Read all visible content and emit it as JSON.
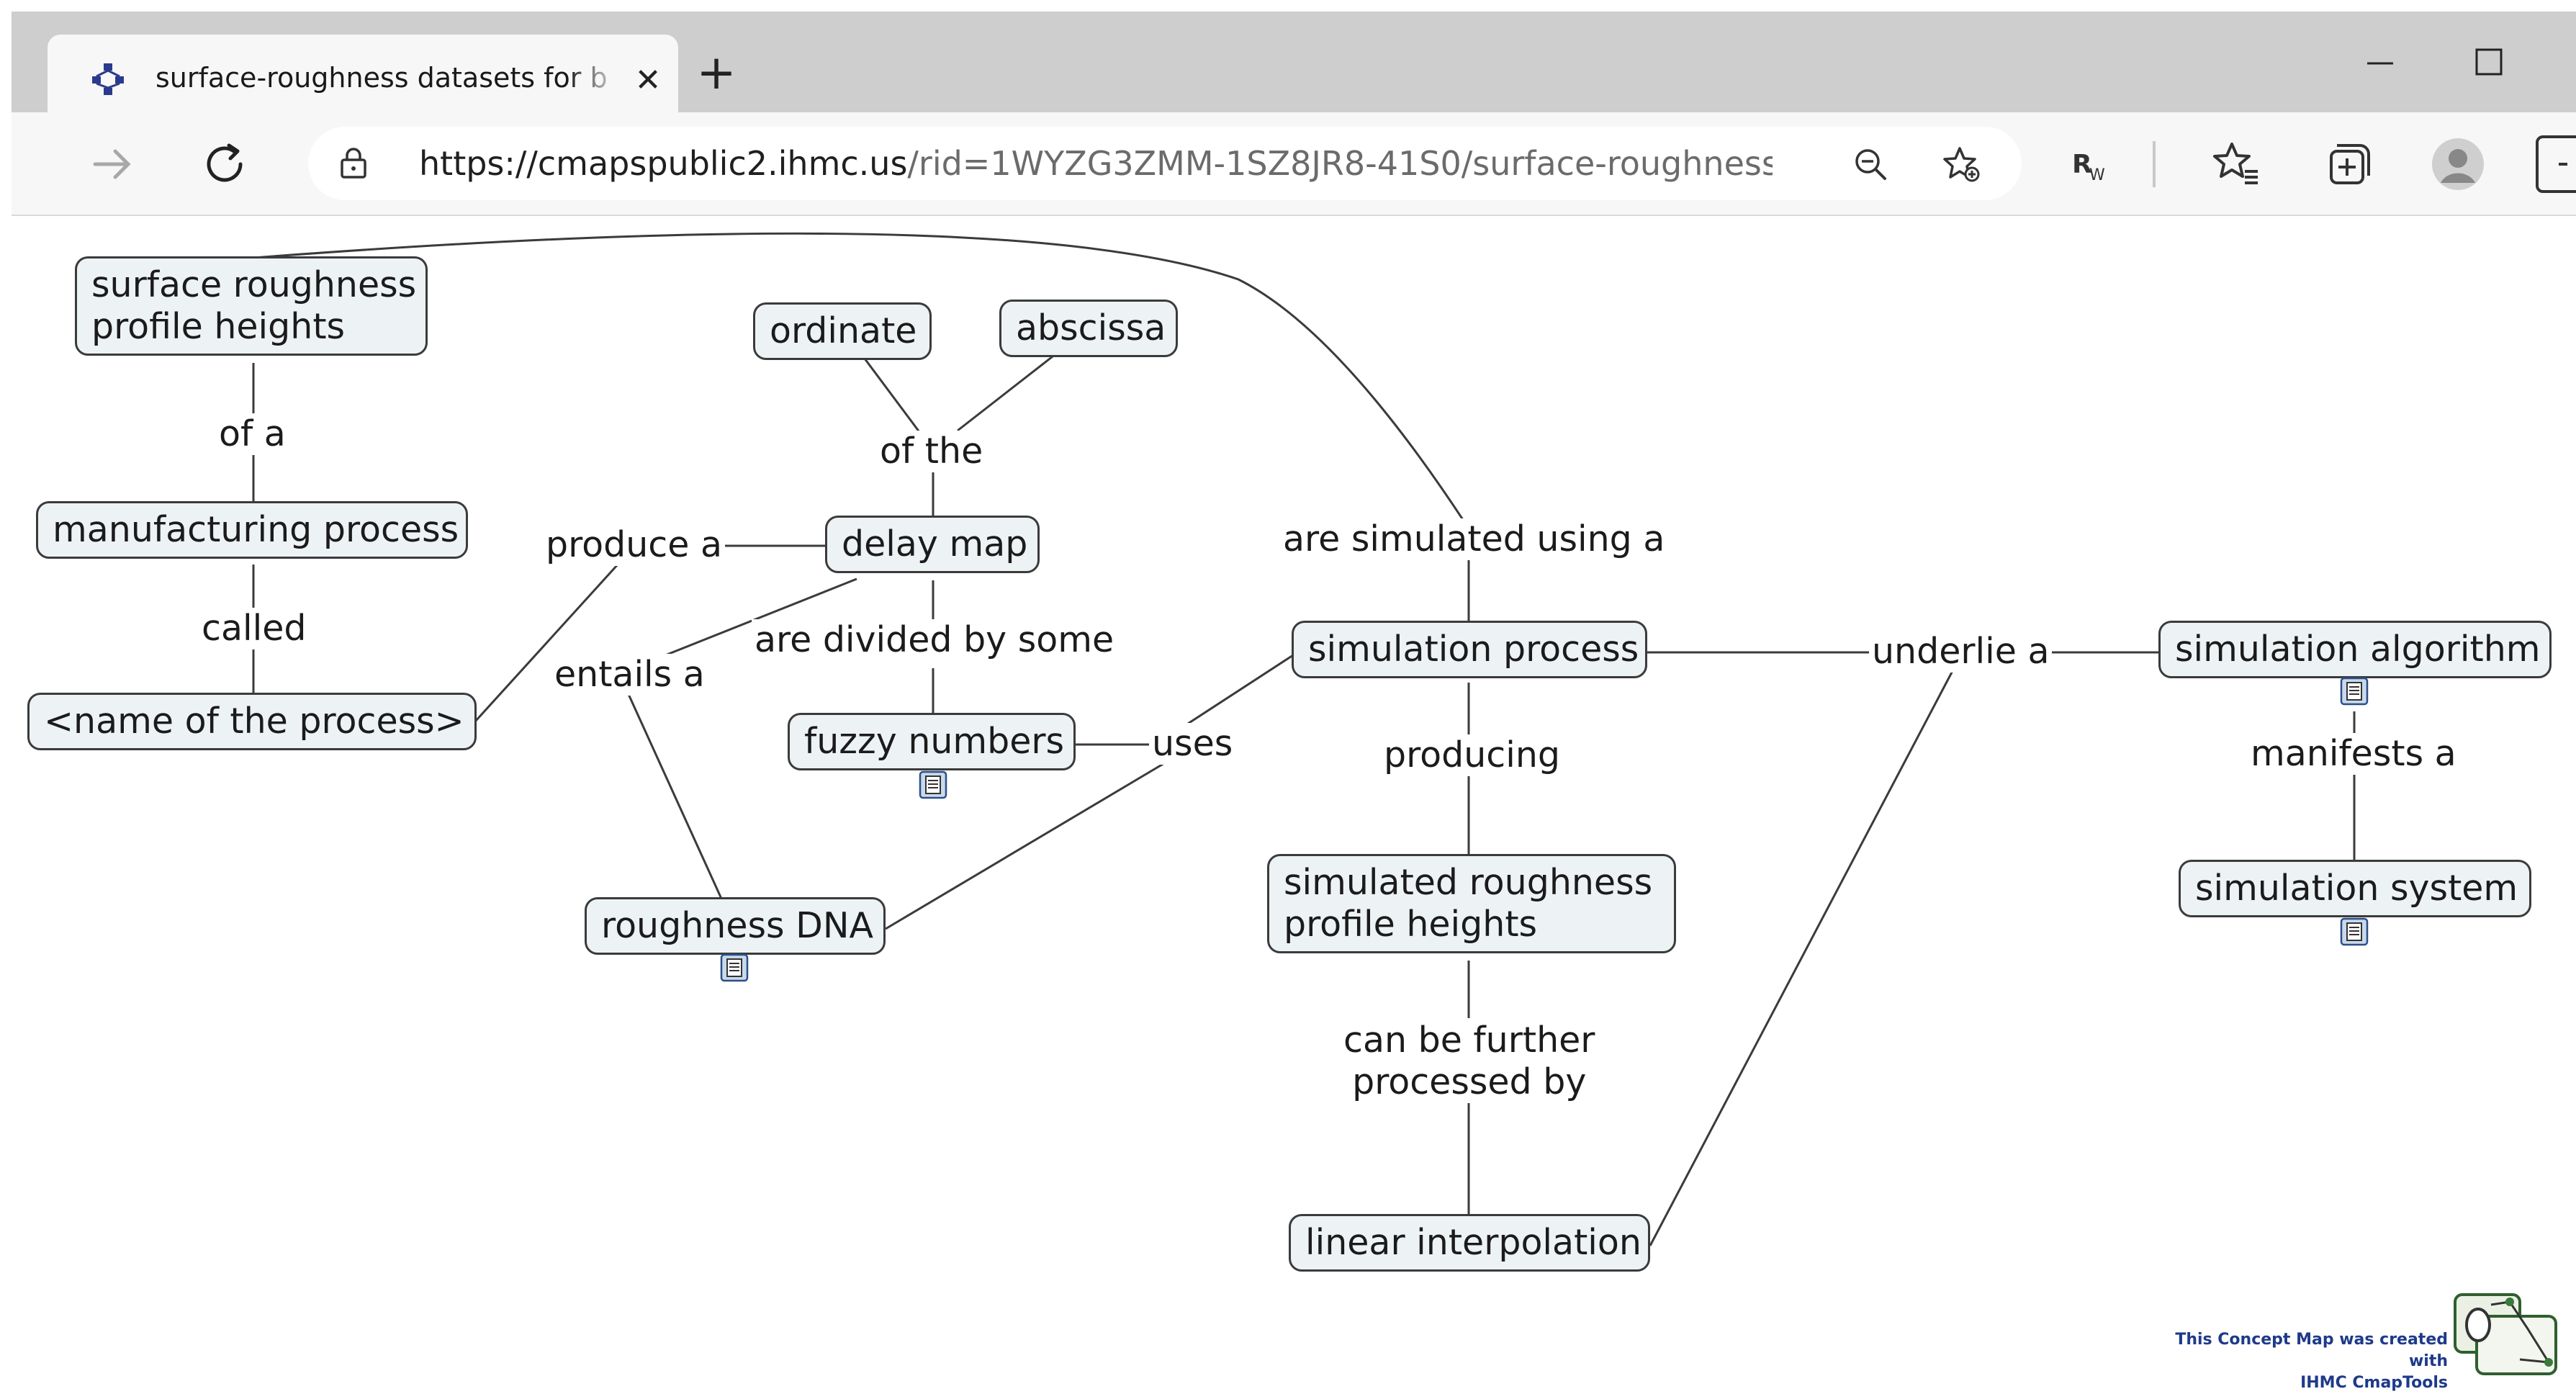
{
  "browser": {
    "tab_title": "surface-roughness datasets for b",
    "url_host": "https://cmapspublic2.ihmc.us",
    "url_path": "/rid=1WYZG3ZMM-1SZ8JR8-41S0/surface-roughness%2..."
  },
  "concepts": {
    "surface_roughness": [
      "surface roughness",
      "profile heights"
    ],
    "manufacturing_process": "manufacturing process",
    "name_of_process": "<name of the process>",
    "ordinate": "ordinate",
    "abscissa": "abscissa",
    "delay_map": "delay map",
    "fuzzy_numbers": "fuzzy numbers",
    "roughness_dna": "roughness DNA",
    "simulation_process": "simulation process",
    "simulated_roughness": [
      "simulated roughness",
      "profile heights"
    ],
    "linear_interpolation": "linear interpolation",
    "simulation_algorithm": "simulation algorithm",
    "simulation_system": "simulation system"
  },
  "links": {
    "of_a": "of a",
    "called": "called",
    "of_the": "of the",
    "produce_a": "produce a",
    "are_simulated_using_a": "are simulated using a",
    "entails_a": "entails a",
    "are_divided_by_some": "are divided by some",
    "uses": "uses",
    "producing": "producing",
    "underlie_a": "underlie a",
    "manifests_a": "manifests a",
    "can_be_further": [
      "can be further",
      "processed by"
    ]
  },
  "footer": {
    "line1": "This Concept Map was created with",
    "line2": "IHMC CmapTools"
  },
  "colors": {
    "node_fill": "#edf2f5",
    "node_border": "#3b3b3b",
    "line": "#3b3b3b",
    "chrome_bg": "#cecece",
    "toolbar_bg": "#f7f7f7"
  }
}
